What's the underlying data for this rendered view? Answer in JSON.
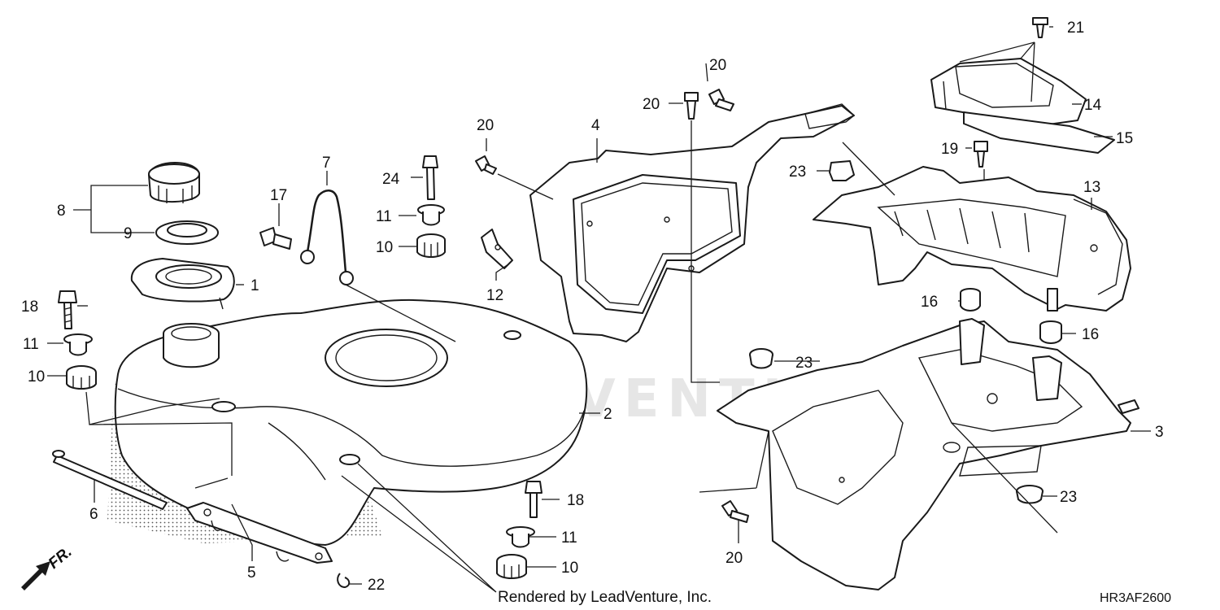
{
  "diagram": {
    "code": "HR3AF2600",
    "credit": "Rendered by LeadVenture, Inc.",
    "direction_label": "FR.",
    "watermark": "LEADVENTURE",
    "callouts": [
      {
        "id": "c21",
        "num": "21"
      },
      {
        "id": "c14",
        "num": "14"
      },
      {
        "id": "c15",
        "num": "15"
      },
      {
        "id": "c20a",
        "num": "20"
      },
      {
        "id": "c20b",
        "num": "20"
      },
      {
        "id": "c20c",
        "num": "20"
      },
      {
        "id": "c20d",
        "num": "20"
      },
      {
        "id": "c4",
        "num": "4"
      },
      {
        "id": "c19",
        "num": "19"
      },
      {
        "id": "c13",
        "num": "13"
      },
      {
        "id": "c23a",
        "num": "23"
      },
      {
        "id": "c23b",
        "num": "23"
      },
      {
        "id": "c23c",
        "num": "23"
      },
      {
        "id": "c7",
        "num": "7"
      },
      {
        "id": "c24",
        "num": "24"
      },
      {
        "id": "c17",
        "num": "17"
      },
      {
        "id": "c8",
        "num": "8"
      },
      {
        "id": "c9",
        "num": "9"
      },
      {
        "id": "c1",
        "num": "1"
      },
      {
        "id": "c11a",
        "num": "11"
      },
      {
        "id": "c11b",
        "num": "11"
      },
      {
        "id": "c11c",
        "num": "11"
      },
      {
        "id": "c10a",
        "num": "10"
      },
      {
        "id": "c10b",
        "num": "10"
      },
      {
        "id": "c10c",
        "num": "10"
      },
      {
        "id": "c12",
        "num": "12"
      },
      {
        "id": "c18a",
        "num": "18"
      },
      {
        "id": "c18b",
        "num": "18"
      },
      {
        "id": "c16a",
        "num": "16"
      },
      {
        "id": "c16b",
        "num": "16"
      },
      {
        "id": "c2",
        "num": "2"
      },
      {
        "id": "c3",
        "num": "3"
      },
      {
        "id": "c6",
        "num": "6"
      },
      {
        "id": "c5",
        "num": "5"
      },
      {
        "id": "c22",
        "num": "22"
      }
    ]
  }
}
